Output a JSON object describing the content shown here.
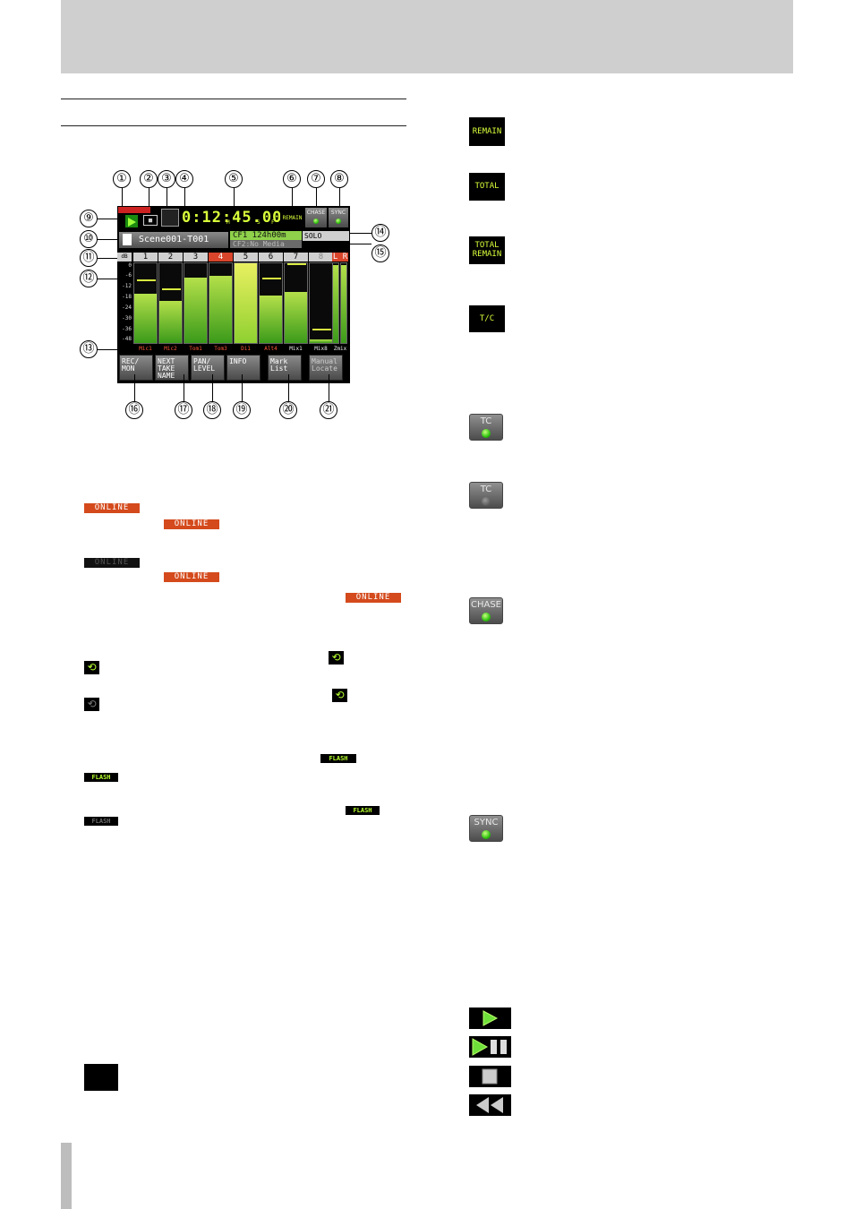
{
  "screen": {
    "callouts": [
      "①",
      "②",
      "③",
      "④",
      "⑤",
      "⑥",
      "⑦",
      "⑧",
      "⑨",
      "⑩",
      "⑪",
      "⑫",
      "⑬",
      "⑭",
      "⑮",
      "⑯",
      "⑰",
      "⑱",
      "⑲",
      "⑳",
      "㉑"
    ],
    "scene_name": "Scene001-T001",
    "cf1_label": "CF1 124h00m",
    "cf2_label": "CF2:No Media",
    "solo_label": "SOLO",
    "remain_label": "REMAIN",
    "chase_label": "CHASE",
    "sync_label": "SYNC",
    "time_display": "0:12:45.00",
    "time_unit_h": "H",
    "time_unit_m": "M",
    "time_unit_s": "S",
    "time_unit_f": "F",
    "db_label": "dB",
    "channel_numbers": [
      "1",
      "2",
      "3",
      "4",
      "5",
      "6",
      "7",
      "8",
      "L R"
    ],
    "channel_names": [
      "Mic1",
      "Mic2",
      "Tom1",
      "Tom3",
      "Di1",
      "Alt4",
      "Mix1",
      "Mix8",
      "Zmix"
    ],
    "db_scale": [
      "0",
      "-6",
      "-12",
      "-18",
      "-24",
      "-30",
      "-36",
      "-48"
    ],
    "levels": [
      0.62,
      0.53,
      0.82,
      0.84,
      1.0,
      0.6,
      0.64,
      0.05
    ],
    "peaks": [
      0.78,
      0.66,
      0,
      0,
      0,
      0.8,
      0.98,
      0.16
    ],
    "lr_levels": [
      0.98,
      0.98
    ],
    "function_keys": [
      {
        "line1": "REC/",
        "line2": "MON",
        "line3": ""
      },
      {
        "line1": "NEXT",
        "line2": "TAKE",
        "line3": "NAME"
      },
      {
        "line1": "PAN/",
        "line2": "LEVEL",
        "line3": ""
      },
      {
        "line1": "INFO",
        "line2": "",
        "line3": ""
      },
      {
        "line1": "Mark",
        "line2": "List",
        "line3": ""
      },
      {
        "line1": "Manual",
        "line2": "Locate",
        "line3": ""
      }
    ]
  },
  "left_icons": {
    "online_red": "ONLINE",
    "online_dark": "ONLINE",
    "loop_symbol": "⟲",
    "flash": "FLASH"
  },
  "right_icons": {
    "remain": "REMAIN",
    "total": "TOTAL",
    "total_remain_1": "TOTAL",
    "total_remain_2": "REMAIN",
    "tc_code": "T/C",
    "tc_on": "TC",
    "tc_off": "TC",
    "chase": "CHASE",
    "sync": "SYNC"
  },
  "colors": {
    "online_red": "#d44a1c",
    "lcd_green": "#d8ff3a",
    "meter_green": "#3b9a1a"
  }
}
